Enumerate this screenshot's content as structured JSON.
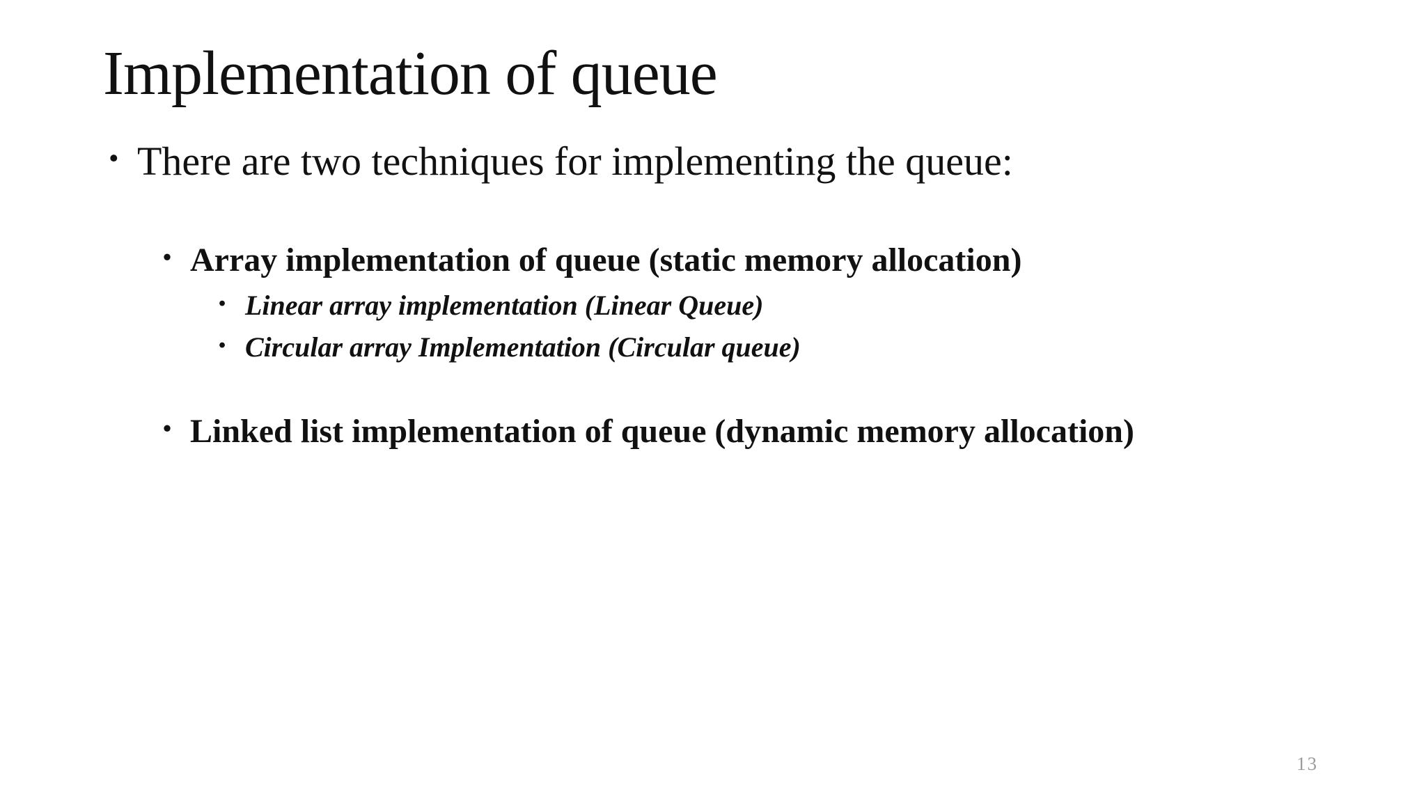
{
  "slide": {
    "title": "Implementation of queue",
    "bullet_char": "•",
    "bullets": {
      "intro": "There are two techniques for implementing the queue:",
      "array": "Array implementation of queue (static memory allocation)",
      "array_sub": [
        "Linear array implementation (Linear Queue)",
        "Circular array Implementation (Circular queue)"
      ],
      "linked": "Linked list implementation of queue (dynamic memory allocation)"
    },
    "page_number": "13",
    "colors": {
      "background": "#ffffff",
      "text": "#111111",
      "page_number": "#9b9b9b"
    }
  }
}
